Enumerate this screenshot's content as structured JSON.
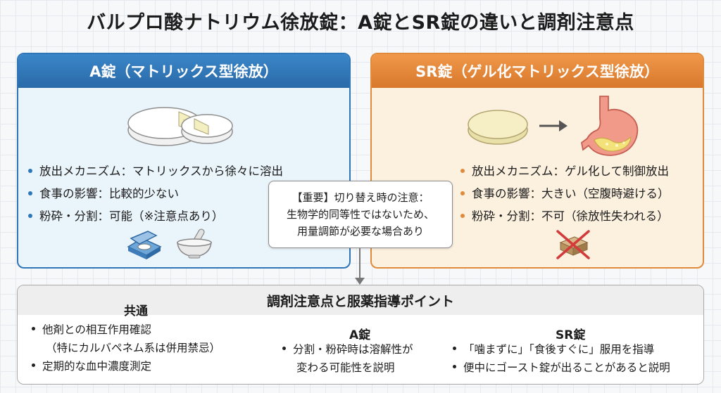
{
  "title": "バルプロ酸ナトリウム徐放錠：A錠とSR錠の違いと調剤注意点",
  "panel_a": {
    "header": "A錠（マトリックス型徐放）",
    "items": [
      "放出メカニズム：マトリックスから徐々に溶出",
      "食事の影響：比較的少ない",
      "粉砕・分割：可能（※注意点あり）"
    ],
    "icons": [
      "split-tablet-icon",
      "pill-cutter-icon",
      "mortar-pestle-icon"
    ]
  },
  "panel_b": {
    "header": "SR錠（ゲル化マトリックス型徐放）",
    "items": [
      "放出メカニズム：ゲル化して制御放出",
      "食事の影響：大きい（空腹時避ける）",
      "粉砕・分割：不可（徐放性失われる）"
    ],
    "icons": [
      "round-tablet-icon",
      "arrow-right-icon",
      "stomach-icon",
      "no-crushing-icon"
    ]
  },
  "callout": {
    "line1": "【重要】切り替え時の注意：",
    "line2": "生物学的同等性ではないため、",
    "line3": "用量調節が必要な場合あり"
  },
  "bottom": {
    "header": "調剤注意点と服薬指導ポイント",
    "common": {
      "heading": "共通",
      "item1": "他剤との相互作用確認",
      "item1_sub": "（特にカルバペネム系は併用禁忌）",
      "item2": "定期的な血中濃度測定"
    },
    "a": {
      "heading": "A錠",
      "item1": "分割・粉砕時は溶解性が",
      "item1_sub": "変わる可能性を説明"
    },
    "sr": {
      "heading": "SR錠",
      "item1": "「噛まずに」「食後すぐに」服用を指導",
      "item2": "便中にゴースト錠が出ることがあると説明"
    }
  },
  "colors": {
    "a_accent": "#2f76b8",
    "sr_accent": "#e08a3c",
    "prohibit": "#d33a3a"
  }
}
